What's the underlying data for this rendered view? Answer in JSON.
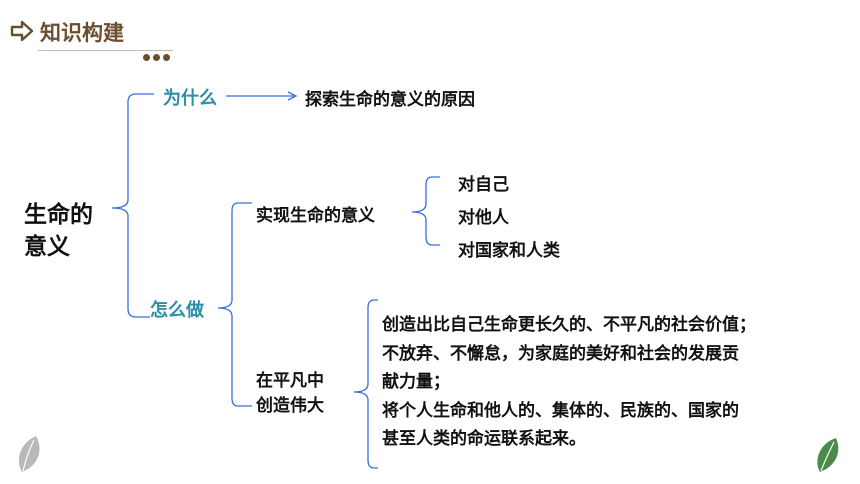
{
  "header": {
    "title": "知识构建",
    "icon": "arrow-right-icon",
    "accent": "#6b4e2e"
  },
  "root": {
    "line1": "生命的",
    "line2": "意义"
  },
  "branches": {
    "why": {
      "label": "为什么",
      "result": "探索生命的意义的原因"
    },
    "how": {
      "label": "怎么做",
      "realize": {
        "label": "实现生命的意义",
        "items": [
          "对自己",
          "对他人",
          "对国家和人类"
        ]
      },
      "ordinary": {
        "line1": "在平凡中",
        "line2": "创造伟大",
        "text_lines": [
          "创造出比自己生命更长久的、不平凡的社会价值；",
          "不放弃、不懈怠，为家庭的美好和社会的发展贡",
          "献力量；",
          "将个人生命和他人的、集体的、民族的、国家的",
          "甚至人类的命运联系起来。"
        ]
      }
    }
  },
  "colors": {
    "branch_text": "#2c8fa5",
    "connector": "#3a6fd8",
    "leaf_left": "#b9b9b9",
    "leaf_right": "#4d8a4a"
  }
}
